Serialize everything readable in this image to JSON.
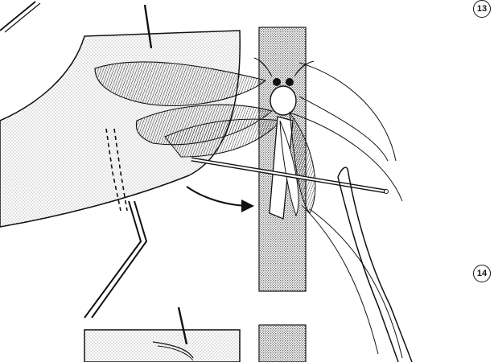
{
  "figure": {
    "steps": [
      {
        "number": "13"
      },
      {
        "number": "14"
      }
    ],
    "colors": {
      "ink": "#111111",
      "paper": "#ffffff",
      "stipple": "#7a7a7a"
    },
    "parts": [
      "spreading-paper-strip",
      "mounting-pin",
      "setting-needle",
      "forceps",
      "spreading-board-groove",
      "insect-specimen",
      "direction-arrow"
    ]
  }
}
